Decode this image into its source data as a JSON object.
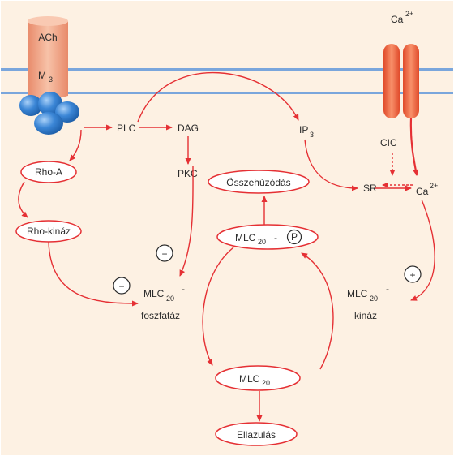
{
  "colors": {
    "background": "#fdf1e3",
    "membrane": "#7aa6dc",
    "arrow": "#e53034",
    "receptor": "#f0a080",
    "g_protein": "#2f7fd0",
    "channel": "#ee5a3a"
  },
  "receptor": {
    "ach": "ACh",
    "m3_main": "M",
    "m3_sub": "3"
  },
  "calcium": {
    "ion": "Ca",
    "charge": "2+"
  },
  "nodes": {
    "plc": "PLC",
    "dag": "DAG",
    "ip3_main": "IP",
    "ip3_sub": "3",
    "pkc": "PKC",
    "cic": "CIC",
    "sr": "SR",
    "rho_a": "Rho-A",
    "rho_kinaz": "Rho-kináz",
    "osszehuzodas": "Összehúzódás",
    "mlc20p_main": "MLC",
    "mlc20p_sub": "20",
    "mlc20p_dash": "-",
    "p_symbol": "P",
    "mlc20_foszfataz_main": "MLC",
    "mlc20_foszfataz_sub": "20",
    "mlc20_foszfataz_dash": "-",
    "foszfataz": "foszfatáz",
    "mlc20_kinaz_main": "MLC",
    "mlc20_kinaz_sub": "20",
    "mlc20_kinaz_dash": "-",
    "kinaz": "kináz",
    "mlc20_main": "MLC",
    "mlc20_sub": "20",
    "ellazulas": "Ellazulás"
  },
  "signs": {
    "minus": "−",
    "plus": "+"
  }
}
